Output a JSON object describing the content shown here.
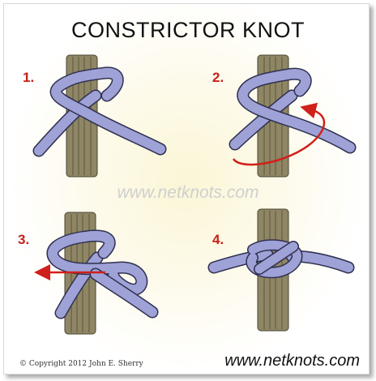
{
  "title": "CONSTRICTOR KNOT",
  "steps": [
    {
      "number": "1."
    },
    {
      "number": "2."
    },
    {
      "number": "3."
    },
    {
      "number": "4."
    }
  ],
  "watermark": "www.netknots.com",
  "footer": {
    "copyright": "© Copyright  2012  John E. Sherry",
    "url": "www.netknots.com"
  },
  "colors": {
    "rope": "#9ea2d6",
    "rope_outline": "#2f3050",
    "post": "#8f8665",
    "arrow": "#d0201a"
  }
}
